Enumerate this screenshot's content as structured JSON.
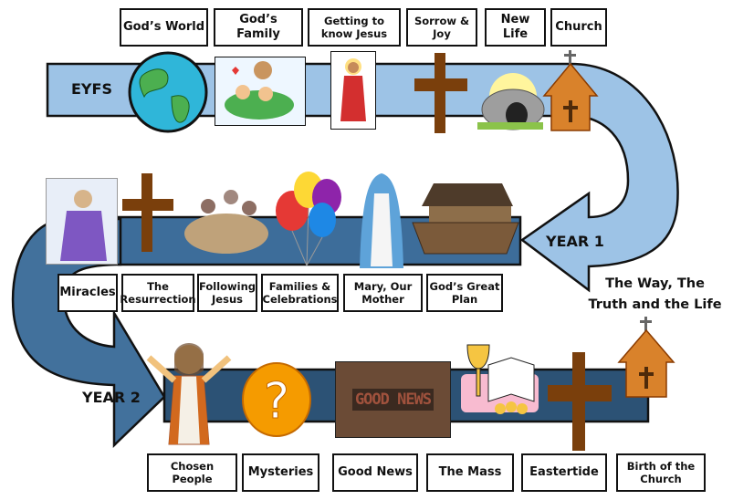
{
  "title": "The Way, The Truth and the Life",
  "colors": {
    "eyfs_band": "#9dc3e6",
    "year1_band": "#3d6d9a",
    "year2_band": "#2c5275",
    "cross": "#7a3f0c",
    "church": "#d9822b"
  },
  "eyfs": {
    "label": "EYFS",
    "topics": [
      "God’s World",
      "God’s Family",
      "Getting to know Jesus",
      "Sorrow & Joy",
      "New Life",
      "Church"
    ]
  },
  "year1": {
    "label": "YEAR 1",
    "topics": [
      "Miracles",
      "The Resurrection",
      "Following Jesus",
      "Families & Celebrations",
      "Mary, Our Mother",
      "God’s Great Plan"
    ]
  },
  "year2": {
    "label": "YEAR 2",
    "topics": [
      "Chosen People",
      "Mysteries",
      "Good News",
      "The Mass",
      "Eastertide",
      "Birth of the Church"
    ],
    "good_news_image_text": "GOOD NEWS"
  }
}
